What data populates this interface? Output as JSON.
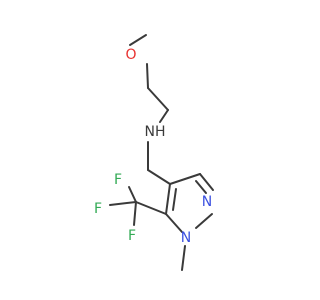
{
  "molecule": {
    "atoms": {
      "oxygen": {
        "label": "O",
        "color": "#e8312f"
      },
      "amine_nh": {
        "label": "NH",
        "color": "#3a3a3a"
      },
      "ring_n": {
        "label": "N",
        "color": "#3b50e0"
      },
      "ring_n_methyl": {
        "label": "N",
        "color": "#3b50e0"
      },
      "fluorine_left": {
        "label": "F",
        "color": "#33aa55"
      },
      "fluorine_top": {
        "label": "F",
        "color": "#33aa55"
      },
      "fluorine_bottom": {
        "label": "F",
        "color": "#33aa55"
      }
    },
    "bond_color": "#3a3a3a"
  }
}
